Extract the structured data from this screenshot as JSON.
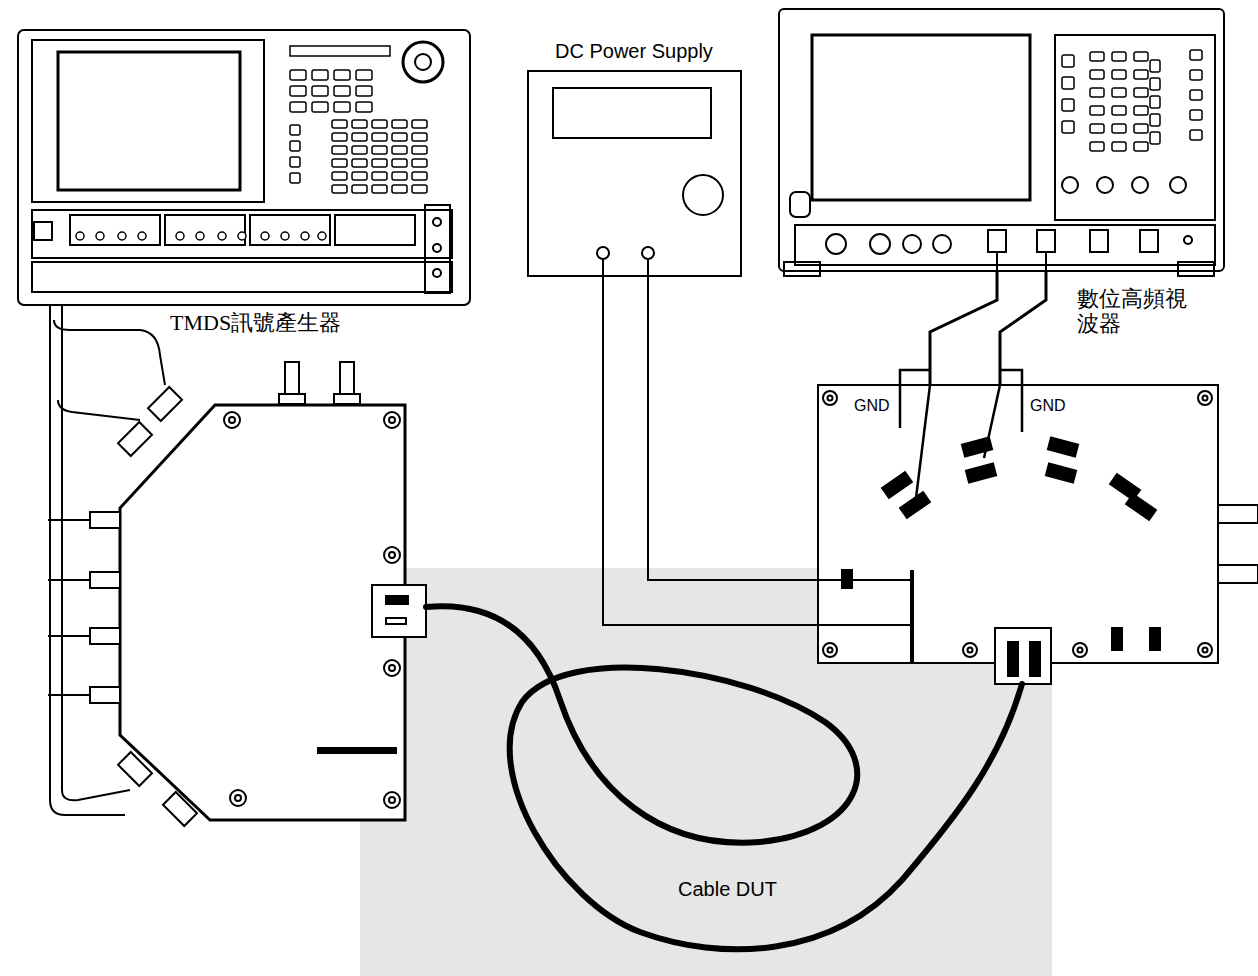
{
  "diagram": {
    "nodes": [
      {
        "text": [
          "TMDS訊號產生器"
        ]
      },
      {
        "text": [
          "DC Power Supply"
        ]
      },
      {
        "text": [
          "數位高頻視波器"
        ]
      },
      {
        "text": [
          "GND",
          "GND"
        ]
      },
      {
        "text": [
          "Cable DUT"
        ]
      }
    ],
    "edges": [
      {
        "from": 1,
        "to": 3,
        "arrow": "none"
      },
      {
        "from": 1,
        "to": 3,
        "arrow": "none"
      },
      {
        "from": 2,
        "to": 3,
        "arrow": "none"
      },
      {
        "from": 2,
        "to": 3,
        "arrow": "none"
      }
    ]
  }
}
